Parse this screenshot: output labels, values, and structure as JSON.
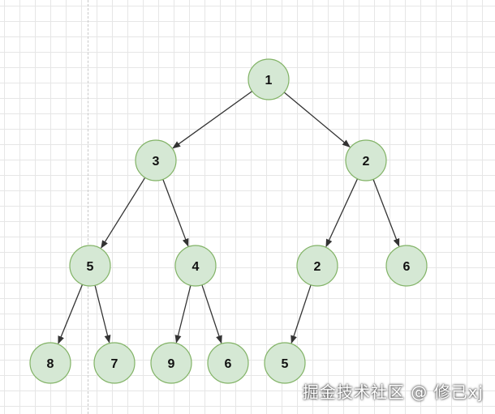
{
  "diagram": {
    "type": "binary-tree",
    "colors": {
      "node_fill": "#d5e8d4",
      "node_stroke": "#82b366",
      "edge": "#333333"
    },
    "nodes": [
      {
        "id": "n1",
        "label": "1"
      },
      {
        "id": "n2",
        "label": "3"
      },
      {
        "id": "n3",
        "label": "2"
      },
      {
        "id": "n4",
        "label": "5"
      },
      {
        "id": "n5",
        "label": "4"
      },
      {
        "id": "n6",
        "label": "2"
      },
      {
        "id": "n7",
        "label": "6"
      },
      {
        "id": "n8",
        "label": "8"
      },
      {
        "id": "n9",
        "label": "7"
      },
      {
        "id": "n10",
        "label": "9"
      },
      {
        "id": "n11",
        "label": "6"
      },
      {
        "id": "n12",
        "label": "5"
      }
    ],
    "edges": [
      {
        "from": "n1",
        "to": "n2"
      },
      {
        "from": "n1",
        "to": "n3"
      },
      {
        "from": "n2",
        "to": "n4"
      },
      {
        "from": "n2",
        "to": "n5"
      },
      {
        "from": "n3",
        "to": "n6"
      },
      {
        "from": "n3",
        "to": "n7"
      },
      {
        "from": "n4",
        "to": "n8"
      },
      {
        "from": "n4",
        "to": "n9"
      },
      {
        "from": "n5",
        "to": "n10"
      },
      {
        "from": "n5",
        "to": "n11"
      },
      {
        "from": "n6",
        "to": "n12"
      }
    ]
  },
  "watermark": "掘金技术社区 @ 修己xj"
}
